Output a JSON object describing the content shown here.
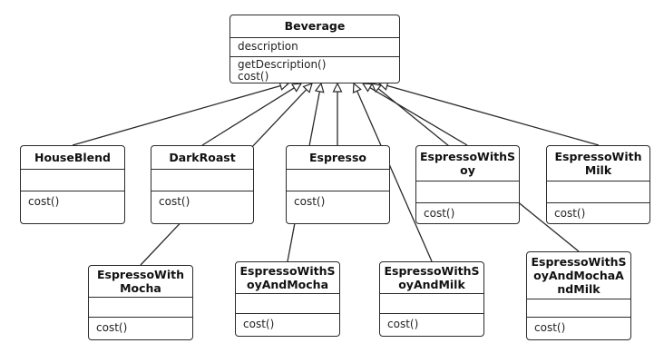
{
  "diagram": {
    "base": {
      "id": "beverage",
      "name": "Beverage",
      "attributes": [
        "description"
      ],
      "methods": [
        "getDescription()",
        "cost()"
      ]
    },
    "subclasses": [
      {
        "id": "houseblend",
        "name": "HouseBlend",
        "methods": [
          "cost()"
        ]
      },
      {
        "id": "darkroast",
        "name": "DarkRoast",
        "methods": [
          "cost()"
        ]
      },
      {
        "id": "espresso",
        "name": "Espresso",
        "methods": [
          "cost()"
        ]
      },
      {
        "id": "espressowithsoy",
        "name": "EspressoWithSoy",
        "name_lines": [
          "EspressoWithS",
          "oy"
        ],
        "methods": [
          "cost()"
        ]
      },
      {
        "id": "espressowithmilk",
        "name": "EspressoWithMilk",
        "name_lines": [
          "EspressoWith",
          "Milk"
        ],
        "methods": [
          "cost()"
        ]
      },
      {
        "id": "espressowithmocha",
        "name": "EspressoWithMocha",
        "name_lines": [
          "EspressoWith",
          "Mocha"
        ],
        "methods": [
          "cost()"
        ]
      },
      {
        "id": "espressowithsoyandmocha",
        "name": "EspressoWithSoyAndMocha",
        "name_lines": [
          "EspressoWithS",
          "oyAndMocha"
        ],
        "methods": [
          "cost()"
        ]
      },
      {
        "id": "espressowithsoyandmilk",
        "name": "EspressoWithSoyAndMilk",
        "name_lines": [
          "EspressoWithS",
          "oyAndMilk"
        ],
        "methods": [
          "cost()"
        ]
      },
      {
        "id": "espressowithsoyandmochaandmilk",
        "name": "EspressoWithSoyAndMochaAndMilk",
        "name_lines": [
          "EspressoWithS",
          "oyAndMochaA",
          "ndMilk"
        ],
        "methods": [
          "cost()"
        ]
      }
    ],
    "relation": "generalization",
    "line_color": "#2a2a2a"
  }
}
